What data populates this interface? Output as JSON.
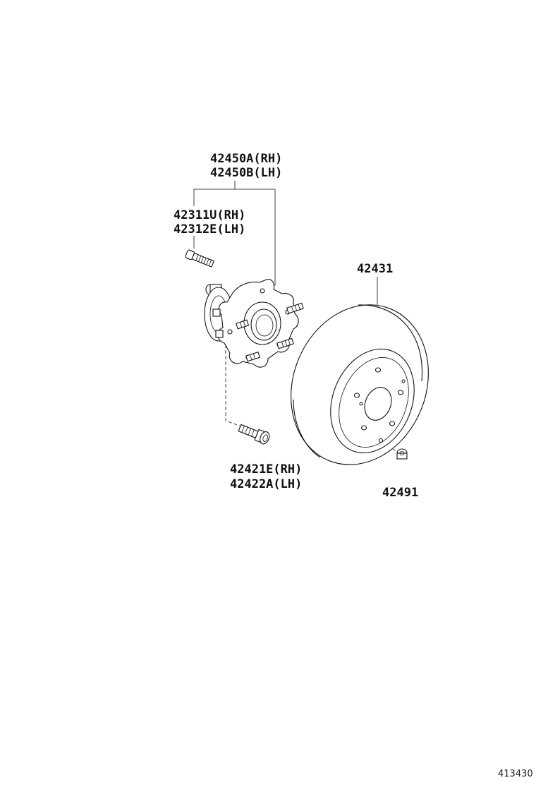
{
  "labels": {
    "hub_assembly_rh": "42450A(RH)",
    "hub_assembly_lh": "42450B(LH)",
    "hub_bolt_rh": "42311U(RH)",
    "hub_bolt_lh": "42312E(LH)",
    "disc": "42431",
    "mount_bolt_rh": "42421E(RH)",
    "mount_bolt_lh": "42422A(LH)",
    "disc_screw": "42491"
  },
  "figure_id": "413430"
}
